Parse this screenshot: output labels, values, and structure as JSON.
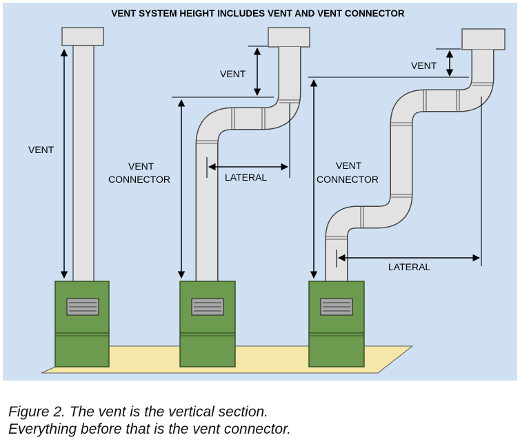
{
  "figure": {
    "title": "VENT SYSTEM HEIGHT INCLUDES VENT AND VENT CONNECTOR",
    "labels": {
      "vent_1": "VENT",
      "vent_2": "VENT",
      "vent_3": "VENT",
      "vent_connector_2_line1": "VENT",
      "vent_connector_2_line2": "CONNECTOR",
      "vent_connector_3_line1": "VENT",
      "vent_connector_3_line2": "CONNECTOR",
      "lateral_2": "LATERAL",
      "lateral_3": "LATERAL"
    },
    "colors": {
      "sky": "#cfe0f2",
      "floor": "#f5e7a8",
      "furnace": "#6c9a4e",
      "pipe": "#e2e2e2"
    }
  },
  "caption": {
    "line1": "Figure 2. The vent is the vertical section.",
    "line2": "Everything before that is the vent connector."
  }
}
